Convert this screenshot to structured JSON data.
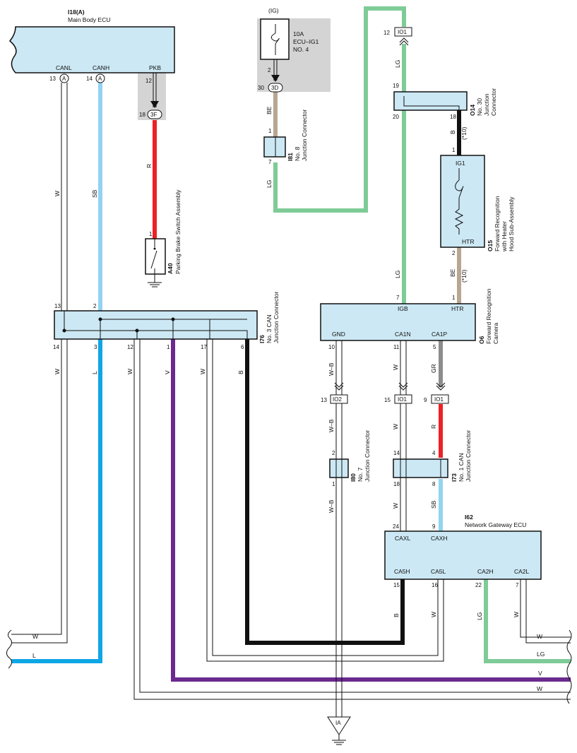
{
  "components": {
    "main_body_ecu": {
      "code": "I18(A)",
      "name": "Main Body ECU",
      "pins": {
        "canl": "CANL",
        "canh": "CANH",
        "pkb": "PKB"
      },
      "pin_numbers": {
        "canl": "13",
        "canh": "14",
        "pkb": "12",
        "pkb_out": "18"
      },
      "connectors": {
        "canl": "A",
        "canh": "A",
        "pkb": "3F"
      }
    },
    "fuse": {
      "supply": "(IG)",
      "rating": "10A",
      "name": "ECU–IG1",
      "number": "NO. 4",
      "pin_out": "2",
      "connector": "3D",
      "connector_pin": "30"
    },
    "parking_brake_switch": {
      "code": "A40",
      "name": "Parking Brake Switch Assembly",
      "pin": "1"
    },
    "junction_i81": {
      "code": "I81",
      "line1": "No. 8",
      "line2": "Junction Connector",
      "pin_top": "1",
      "pin_bottom": "7"
    },
    "junction_o14": {
      "code": "O14",
      "line1": "No. 30",
      "line2": "Junction",
      "line3": "Connector",
      "pin_top": "19",
      "pin_left": "20",
      "pin_right": "18"
    },
    "heater_o15": {
      "code": "O15",
      "line1": "Forward Recognition",
      "line2": "with Heater",
      "line3": "Hood Sub-Assembly",
      "pin_in_label": "IG1",
      "pin_out_label": "HTR",
      "pin_in": "1",
      "pin_out": "2"
    },
    "camera_o6": {
      "code": "O6",
      "line1": "Forward Recognition",
      "line2": "Camera",
      "pins": {
        "igb": "IGB",
        "htr": "HTR",
        "gnd": "GND",
        "ca1n": "CA1N",
        "ca1p": "CA1P"
      },
      "pin_numbers": {
        "igb": "7",
        "htr": "1",
        "gnd": "10",
        "ca1n": "11",
        "ca1p": "5"
      }
    },
    "junction_i76": {
      "code": "I76",
      "line1": "No. 3 CAN",
      "line2": "Junction Connector",
      "pins_top": [
        "13",
        "2"
      ],
      "pins_bottom": [
        "14",
        "3",
        "12",
        "1",
        "17",
        "6"
      ]
    },
    "junction_i80": {
      "code": "I80",
      "line1": "No. 7",
      "line2": "Junction Connector",
      "pin_top": "2",
      "pin_bottom": "1"
    },
    "junction_i73": {
      "code": "I73",
      "line1": "No. 1 CAN",
      "line2": "Junction Connector",
      "pins": [
        "14",
        "4",
        "18",
        "8"
      ]
    },
    "gateway_i62": {
      "code": "I62",
      "name": "Network Gateway ECU",
      "top_pins": {
        "caxl": "CAXL",
        "caxh": "CAXH"
      },
      "top_pin_numbers": {
        "caxl": "24",
        "caxh": "9"
      },
      "bottom_pins": {
        "ca5h": "CA5H",
        "ca5l": "CA5L",
        "ca2h": "CA2H",
        "ca2l": "CA2L"
      },
      "bottom_pin_numbers": {
        "ca5h": "15",
        "ca5l": "16",
        "ca2h": "22",
        "ca2l": "7"
      }
    },
    "connectors_io": {
      "io1_top": "IO1",
      "io1_top_pin": "12",
      "io2": "IO2",
      "io2_pin": "13",
      "io1_a": "IO1",
      "io1_a_pin": "15",
      "io1_b": "IO1",
      "io1_b_pin": "9"
    },
    "ground": {
      "label": "IA"
    }
  },
  "wire_labels": {
    "w1": "W",
    "sb1": "SB",
    "r1": "R",
    "be1": "BE",
    "lg1": "LG",
    "lg2": "LG",
    "b1": "B",
    "star10_1": "(*10)",
    "be2": "BE",
    "star10_2": "(*10)",
    "lg3": "LG",
    "w_i76_14": "W",
    "l_i76_3": "L",
    "w_i76_12": "W",
    "v_i76_1": "V",
    "w_i76_17": "W",
    "b_i76_6": "B",
    "wb1": "W–B",
    "wb2": "W–B",
    "wb3": "W–B",
    "w_ca1n": "W",
    "w_io1": "W",
    "gr": "GR",
    "r2": "R",
    "w3": "W",
    "sb2": "SB",
    "b_ca5h": "B",
    "w_ca5l": "W",
    "lg_ca2h": "LG",
    "w_ca2l": "W"
  },
  "edge_labels": {
    "left_w": "W",
    "left_l": "L",
    "right_w1": "W",
    "right_lg": "LG",
    "right_v": "V",
    "right_w2": "W"
  },
  "colors": {
    "lg": "#7fcb97",
    "sb": "#92d3f2",
    "l": "#0ea6e6",
    "r": "#ee2026",
    "be": "#b8a690",
    "b": "#111111",
    "v": "#6a2a8e",
    "gr": "#8c8c8c",
    "box": "#cce8f4"
  }
}
